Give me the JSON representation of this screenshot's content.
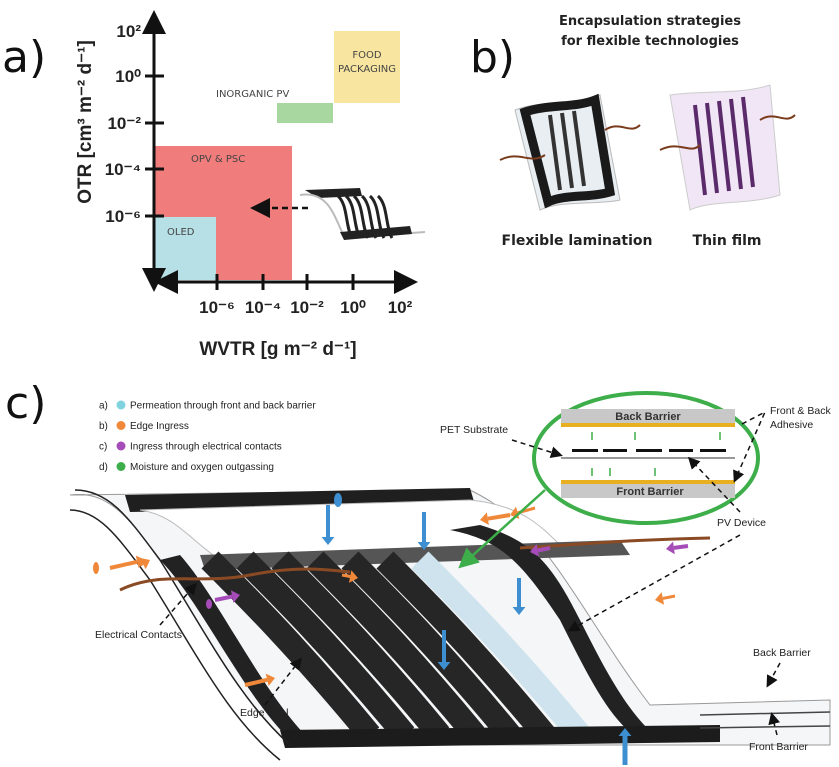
{
  "panel_a": {
    "label": "a)",
    "y_axis_label": "OTR [cm³ m⁻² d⁻¹]",
    "x_axis_label": "WVTR [g m⁻² d⁻¹]",
    "y_ticks": [
      "10²",
      "10⁰",
      "10⁻²",
      "10⁻⁴",
      "10⁻⁶"
    ],
    "x_ticks": [
      "10⁻⁶",
      "10⁻⁴",
      "10⁻²",
      "10⁰",
      "10²"
    ],
    "regions": [
      {
        "label": "OLED",
        "color": "#b6e0e6"
      },
      {
        "label": "OPV & PSC",
        "color": "#f07c7c"
      },
      {
        "label": "INORGANIC PV",
        "color": "#a8d8a0"
      },
      {
        "label_line1": "FOOD",
        "label_line2": "PACKAGING",
        "color": "#f8e6a0"
      }
    ]
  },
  "panel_b": {
    "label": "b)",
    "title_line1": "Encapsulation strategies",
    "title_line2": "for flexible technologies",
    "items": [
      {
        "label": "Flexible lamination"
      },
      {
        "label": "Thin film"
      }
    ]
  },
  "panel_c": {
    "label": "c)",
    "legend": [
      {
        "key": "a)",
        "text": "Permeation through front and back barrier",
        "color": "#7fd3df"
      },
      {
        "key": "b)",
        "text": "Edge Ingress",
        "color": "#f0883a"
      },
      {
        "key": "c)",
        "text": "Ingress through electrical contacts",
        "color": "#a64cb8"
      },
      {
        "key": "d)",
        "text": "Moisture and oxygen outgassing",
        "color": "#3dae4a"
      }
    ],
    "inset": {
      "back_barrier": "Back Barrier",
      "front_barrier": "Front Barrier"
    },
    "callouts": {
      "pet_substrate": "PET Substrate",
      "adhesive_line1": "Front & Back",
      "adhesive_line2": "Adhesive",
      "pv_device": "PV Device",
      "electrical_contacts": "Electrical Contacts",
      "edge_seal": "Edge Seal",
      "back_barrier": "Back Barrier",
      "front_barrier": "Front Barrier"
    },
    "colors": {
      "permeation": "#3d8fd1",
      "edge": "#f0883a",
      "contacts": "#a64cb8",
      "outgassing": "#3dae4a",
      "inset_ring": "#3dae4a",
      "adhesive": "#e8b020"
    }
  }
}
